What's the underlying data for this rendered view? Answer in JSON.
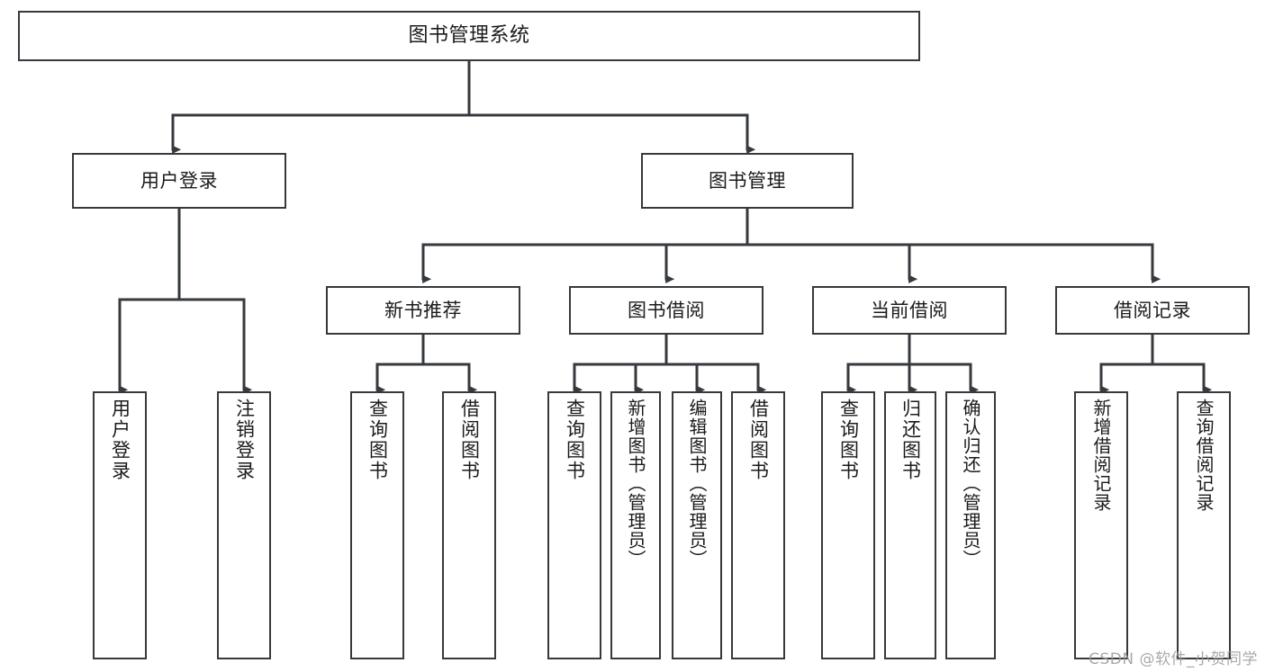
{
  "diagram": {
    "title": "图书管理系统",
    "type": "function-structure-tree",
    "stroke_color": "#36393d",
    "fill_color": "#ffffff",
    "text_color": "#1b1b1b"
  },
  "root": {
    "label": "图书管理系统"
  },
  "level1": [
    {
      "id": "user-login",
      "label": "用户登录"
    },
    {
      "id": "book-manage",
      "label": "图书管理"
    }
  ],
  "level2": [
    {
      "id": "new-book-recommend",
      "label": "新书推荐"
    },
    {
      "id": "book-borrow",
      "label": "图书借阅"
    },
    {
      "id": "current-borrow",
      "label": "当前借阅"
    },
    {
      "id": "borrow-record",
      "label": "借阅记录"
    }
  ],
  "leaves": [
    {
      "id": "leaf-user-login",
      "label": "用户登录",
      "parent": "user-login"
    },
    {
      "id": "leaf-logout",
      "label": "注销登录",
      "parent": "user-login"
    },
    {
      "id": "leaf-query-book-1",
      "label": "查询图书",
      "parent": "new-book-recommend"
    },
    {
      "id": "leaf-borrow-book-1",
      "label": "借阅图书",
      "parent": "new-book-recommend"
    },
    {
      "id": "leaf-query-book-2",
      "label": "查询图书",
      "parent": "book-borrow"
    },
    {
      "id": "leaf-add-book",
      "label": "新增图书（管理员）",
      "parent": "book-borrow"
    },
    {
      "id": "leaf-edit-book",
      "label": "编辑图书（管理员）",
      "parent": "book-borrow"
    },
    {
      "id": "leaf-borrow-book-2",
      "label": "借阅图书",
      "parent": "book-borrow"
    },
    {
      "id": "leaf-query-book-3",
      "label": "查询图书",
      "parent": "current-borrow"
    },
    {
      "id": "leaf-return-book",
      "label": "归还图书",
      "parent": "current-borrow"
    },
    {
      "id": "leaf-confirm-return",
      "label": "确认归还（管理员）",
      "parent": "current-borrow"
    },
    {
      "id": "leaf-add-record",
      "label": "新增借阅记录",
      "parent": "borrow-record"
    },
    {
      "id": "leaf-query-record",
      "label": "查询借阅记录",
      "parent": "borrow-record"
    }
  ],
  "watermark": {
    "text": "CSDN @软件_小贺同学"
  }
}
